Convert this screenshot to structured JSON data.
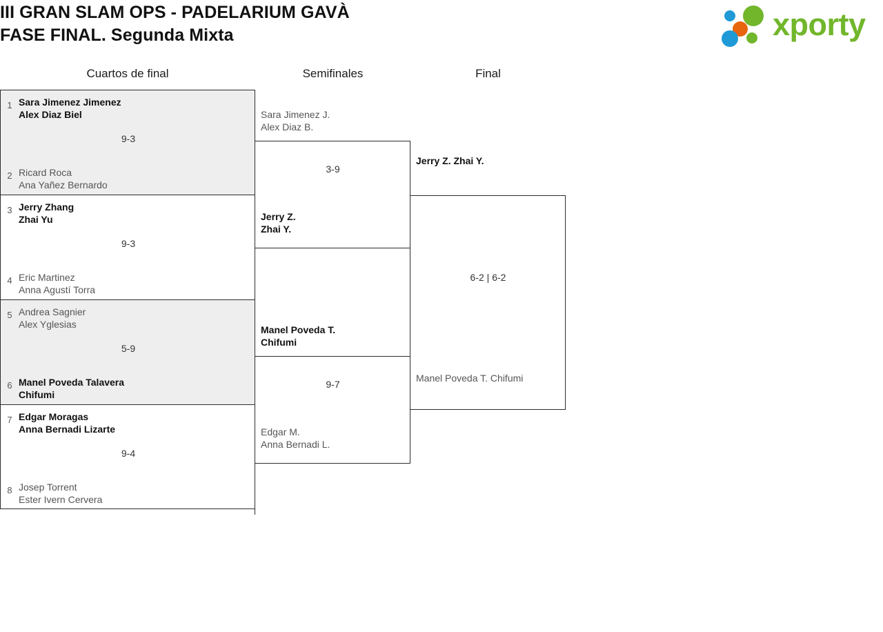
{
  "header": {
    "title_line1": "III GRAN SLAM OPS - PADELARIUM GAVÀ",
    "title_line2": "FASE FINAL. Segunda Mixta",
    "logo_text": "xporty",
    "logo_colors": {
      "green": "#72b62b",
      "blue": "#1f9ad6",
      "orange": "#e8650d"
    }
  },
  "rounds": [
    {
      "id": "quarterfinals",
      "label": "Cuartos de final"
    },
    {
      "id": "semifinals",
      "label": "Semifinales"
    },
    {
      "id": "final",
      "label": "Final"
    }
  ],
  "quarterfinals": [
    {
      "score": "9-3",
      "top": {
        "seed": "1",
        "p1": "Sara Jimenez Jimenez",
        "p2": "Alex Diaz Biel",
        "result": "winner"
      },
      "bottom": {
        "seed": "2",
        "p1": "Ricard Roca",
        "p2": "Ana Yañez Bernardo",
        "result": "loser"
      }
    },
    {
      "score": "9-3",
      "top": {
        "seed": "3",
        "p1": "Jerry Zhang",
        "p2": "Zhai Yu",
        "result": "winner"
      },
      "bottom": {
        "seed": "4",
        "p1": "Eric Martinez",
        "p2": "Anna Agustí Torra",
        "result": "loser"
      }
    },
    {
      "score": "5-9",
      "top": {
        "seed": "5",
        "p1": "Andrea Sagnier",
        "p2": "Alex Yglesias",
        "result": "loser"
      },
      "bottom": {
        "seed": "6",
        "p1": "Manel Poveda Talavera",
        "p2": "Chifumi",
        "result": "winner"
      }
    },
    {
      "score": "9-4",
      "top": {
        "seed": "7",
        "p1": "Edgar Moragas",
        "p2": "Anna Bernadi Lizarte",
        "result": "winner"
      },
      "bottom": {
        "seed": "8",
        "p1": "Josep Torrent",
        "p2": "Ester Ivern Cervera",
        "result": "loser"
      }
    }
  ],
  "semifinals": [
    {
      "score": "3-9",
      "top": {
        "p1": "Sara Jimenez J.",
        "p2": "Alex Diaz B.",
        "result": "loser"
      },
      "bottom": {
        "p1": "Jerry Z.",
        "p2": "Zhai Y.",
        "result": "winner"
      }
    },
    {
      "score": "9-7",
      "top": {
        "p1": "Manel Poveda T.",
        "p2": "Chifumi",
        "result": "winner"
      },
      "bottom": {
        "p1": "Edgar M.",
        "p2": "Anna Bernadi L.",
        "result": "loser"
      }
    }
  ],
  "final": {
    "score": "6-2 | 6-2",
    "top": {
      "p1": "Jerry Z.",
      "p2": "Zhai Y.",
      "result": "winner"
    },
    "bottom": {
      "p1": "Manel Poveda T.",
      "p2": "Chifumi",
      "result": "loser"
    }
  }
}
